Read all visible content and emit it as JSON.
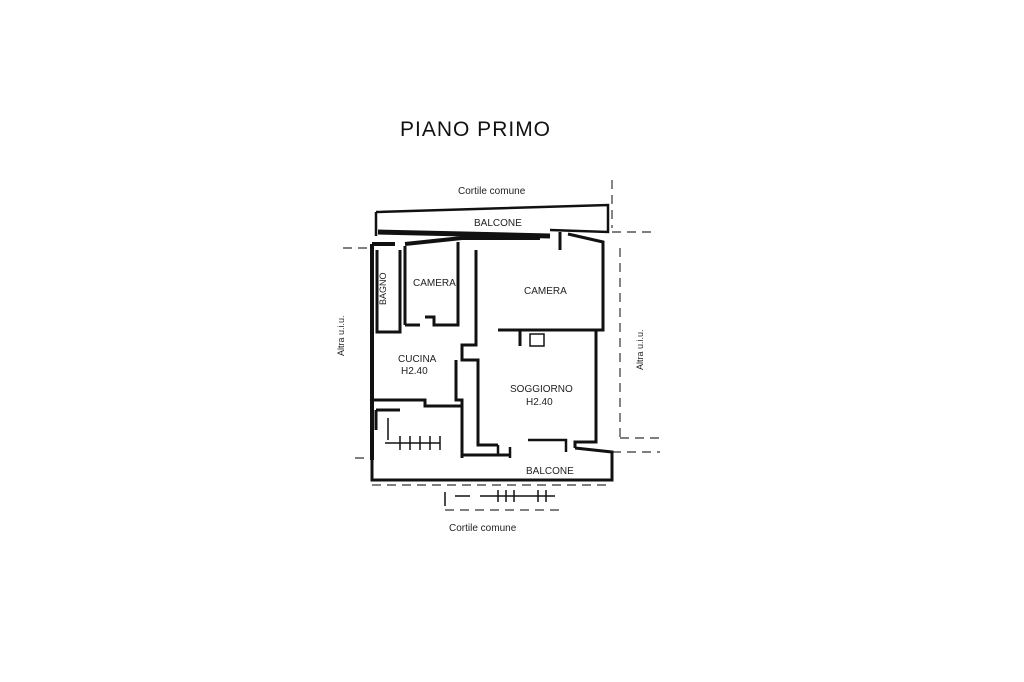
{
  "title": "PIANO PRIMO",
  "labels": {
    "cortile_top": "Cortile comune",
    "cortile_bottom": "Cortile comune",
    "balcone_top": "BALCONE",
    "balcone_bottom": "BALCONE",
    "bagno": "BAGNO",
    "camera_small": "CAMERA",
    "camera_large": "CAMERA",
    "cucina": "CUCINA",
    "cucina_h": "H2.40",
    "soggiorno": "SOGGIORNO",
    "soggiorno_h": "H2.40",
    "altra_ud_left": "Altra u.i.u.",
    "altra_ud_right": "Altra u.i.u."
  }
}
